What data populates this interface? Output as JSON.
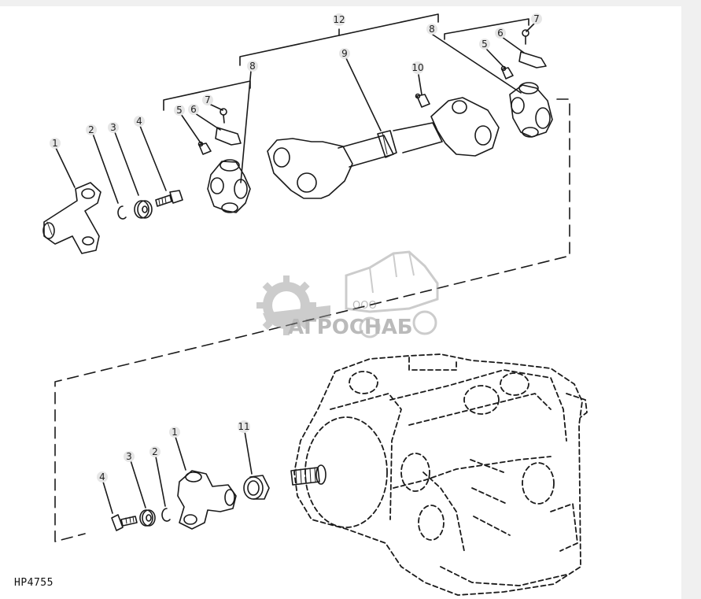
{
  "figure_id": "HP4755",
  "watermark": {
    "prefix": "ООО",
    "name": "АГРОСНАБ"
  },
  "callouts": {
    "c12": "12",
    "c8_left": "8",
    "c8_right": "8",
    "c9": "9",
    "c10": "10",
    "c7_left": "7",
    "c6_left": "6",
    "c5_left": "5",
    "c7_right": "7",
    "c6_right": "6",
    "c5_right": "5",
    "c1_top": "1",
    "c2_top": "2",
    "c3_top": "3",
    "c4_top": "4",
    "c1_bottom": "1",
    "c2_bottom": "2",
    "c3_bottom": "3",
    "c4_bottom": "4",
    "c11": "11"
  },
  "colors": {
    "ink": "#1a1a1a",
    "watermark": "#9a9a9a",
    "callout_bg": "#e6e6e6",
    "page_bg": "#f0f0f0",
    "sheet_bg": "#ffffff"
  }
}
